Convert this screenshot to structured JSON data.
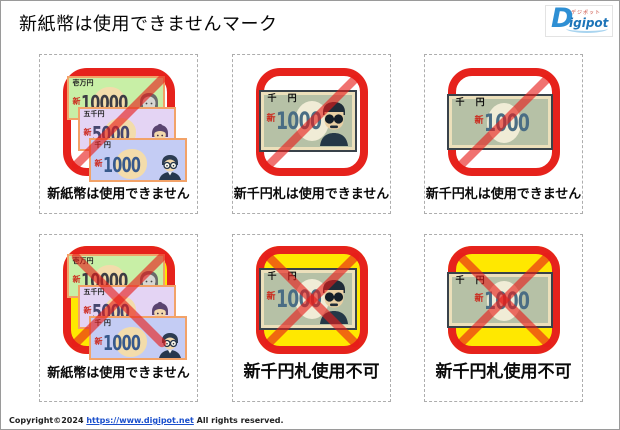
{
  "header": {
    "title": "新紙幣は使用できませんマーク"
  },
  "logo": {
    "d": "D",
    "rest": "igipot",
    "tagline": "デジポット"
  },
  "banknotes": {
    "n10000": {
      "label": "壱万円",
      "prefix": "新",
      "value": "10000"
    },
    "n5000": {
      "label": "五千円",
      "prefix": "新",
      "value": "5000"
    },
    "n1000": {
      "label": "千 円",
      "prefix": "新",
      "value": "1000"
    }
  },
  "panels": [
    {
      "caption": "新紙幣は使用できません",
      "mark": "slash",
      "background": "white",
      "content": "note-stack"
    },
    {
      "caption": "新千円札は使用できません",
      "mark": "slash",
      "background": "white",
      "content": "single-note-portrait"
    },
    {
      "caption": "新千円札は使用できません",
      "mark": "slash",
      "background": "white",
      "content": "single-note-plain"
    },
    {
      "caption": "新紙幣は使用できません",
      "mark": "cross",
      "background": "yellow",
      "content": "note-stack"
    },
    {
      "caption": "新千円札使用不可",
      "mark": "cross",
      "background": "yellow",
      "content": "single-note-portrait"
    },
    {
      "caption": "新千円札使用不可",
      "mark": "cross",
      "background": "yellow",
      "content": "single-note-plain"
    }
  ],
  "footer": {
    "copyright": "Copyright©2024",
    "link": "https://www.digipot.net",
    "rights": "All rights reserved."
  },
  "colors": {
    "prohibition_red": "#e6221c",
    "warning_yellow": "#ffe800",
    "note_10000_bg": "#c8efa6",
    "note_5000_bg": "#e4d4f4",
    "note_1000_bg": "#c4ccf4",
    "note_border_orange": "#f2a268",
    "big_note_body": "#b6c1a6",
    "big_note_margin": "#ece0bb",
    "link_blue": "#1a4fcc",
    "logo_blue": "#2e8fd4"
  }
}
